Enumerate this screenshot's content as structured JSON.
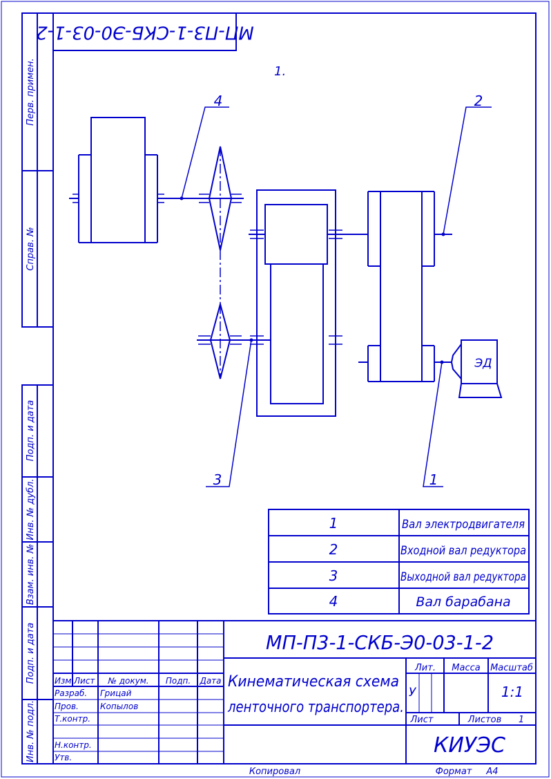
{
  "drawing": {
    "code": "МП-П3-1-СКБ-Э0-03-1-2",
    "code_rotated": "МП-П3-1-СКБ-Э0-03-1-2",
    "sheet_label": "1.",
    "title_line1": "Кинематическая схема",
    "title_line2": "ленточного транспортера.",
    "motor_label": "ЭД",
    "org": "КИУЭС",
    "scale": "1:1",
    "letter": "У",
    "sheets_total": "1"
  },
  "callouts": [
    "1",
    "2",
    "3",
    "4"
  ],
  "legend": [
    {
      "num": "1",
      "text": "Вал электродвигателя"
    },
    {
      "num": "2",
      "text": "Входной вал редуктора"
    },
    {
      "num": "3",
      "text": "Выходной вал редуктора"
    },
    {
      "num": "4",
      "text": "Вал барабана"
    }
  ],
  "side_labels": [
    "Перв. примен.",
    "Справ. №",
    "Подп. и дата",
    "Инв. № дубл.",
    "Взам. инв. №",
    "Подп. и дата",
    "Инв. № подл."
  ],
  "title_block": {
    "col_headers": [
      "Изм.",
      "Лист",
      "№ докум.",
      "Подп.",
      "Дата"
    ],
    "rows": [
      {
        "role": "Разраб.",
        "name": "Грицай"
      },
      {
        "role": "Пров.",
        "name": "Копылов"
      },
      {
        "role": "Т.контр.",
        "name": ""
      },
      {
        "role": "Н.контр.",
        "name": ""
      },
      {
        "role": "Утв.",
        "name": ""
      }
    ],
    "lit_label": "Лит.",
    "mass_label": "Масса",
    "scale_label": "Масштаб",
    "sheet_label": "Лист",
    "sheets_label": "Листов"
  },
  "footer": {
    "copied": "Копировал",
    "format_label": "Формат",
    "format_value": "А4"
  },
  "colors": {
    "lines": "#0000cc"
  }
}
